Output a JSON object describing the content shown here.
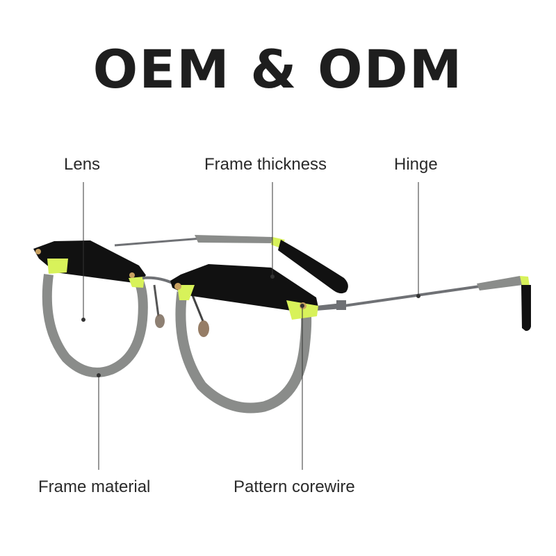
{
  "title": "OEM & ODM",
  "labels": {
    "lens": "Lens",
    "frame_thickness": "Frame thickness",
    "hinge": "Hinge",
    "frame_material": "Frame material",
    "pattern_corewire": "Pattern corewire"
  },
  "colors": {
    "frame_gray": "#8a8c8a",
    "frame_black": "#111111",
    "accent_lime": "#d8f25a",
    "metal": "#6f7175",
    "text": "#2a2a2a"
  }
}
